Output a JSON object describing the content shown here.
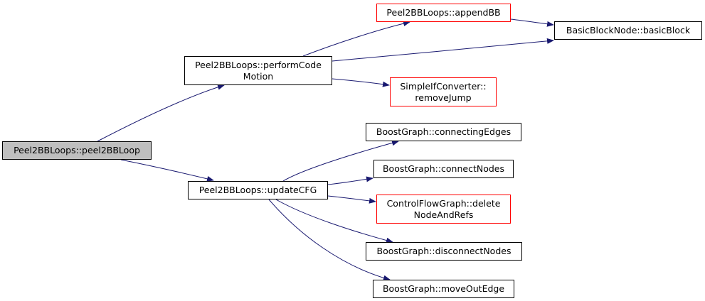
{
  "colors": {
    "edge": "#191970",
    "border_default": "#000000",
    "border_truncated": "#ff0000",
    "root_fill": "#bfbfbf"
  },
  "nodes": {
    "peel2BBLoop": "Peel2BBLoops::peel2BBLoop",
    "performCodeMotion": "Peel2BBLoops::performCode\nMotion",
    "updateCFG": "Peel2BBLoops::updateCFG",
    "appendBB": "Peel2BBLoops::appendBB",
    "basicBlock": "BasicBlockNode::basicBlock",
    "removeJump": "SimpleIfConverter::\nremoveJump",
    "connectingEdges": "BoostGraph::connectingEdges",
    "connectNodes": "BoostGraph::connectNodes",
    "deleteNodeAndRefs": "ControlFlowGraph::delete\nNodeAndRefs",
    "disconnectNodes": "BoostGraph::disconnectNodes",
    "moveOutEdge": "BoostGraph::moveOutEdge"
  },
  "edges": [
    [
      "peel2BBLoop",
      "performCodeMotion"
    ],
    [
      "peel2BBLoop",
      "updateCFG"
    ],
    [
      "performCodeMotion",
      "appendBB"
    ],
    [
      "performCodeMotion",
      "basicBlock"
    ],
    [
      "performCodeMotion",
      "removeJump"
    ],
    [
      "appendBB",
      "basicBlock"
    ],
    [
      "updateCFG",
      "connectingEdges"
    ],
    [
      "updateCFG",
      "connectNodes"
    ],
    [
      "updateCFG",
      "deleteNodeAndRefs"
    ],
    [
      "updateCFG",
      "disconnectNodes"
    ],
    [
      "updateCFG",
      "moveOutEdge"
    ]
  ]
}
